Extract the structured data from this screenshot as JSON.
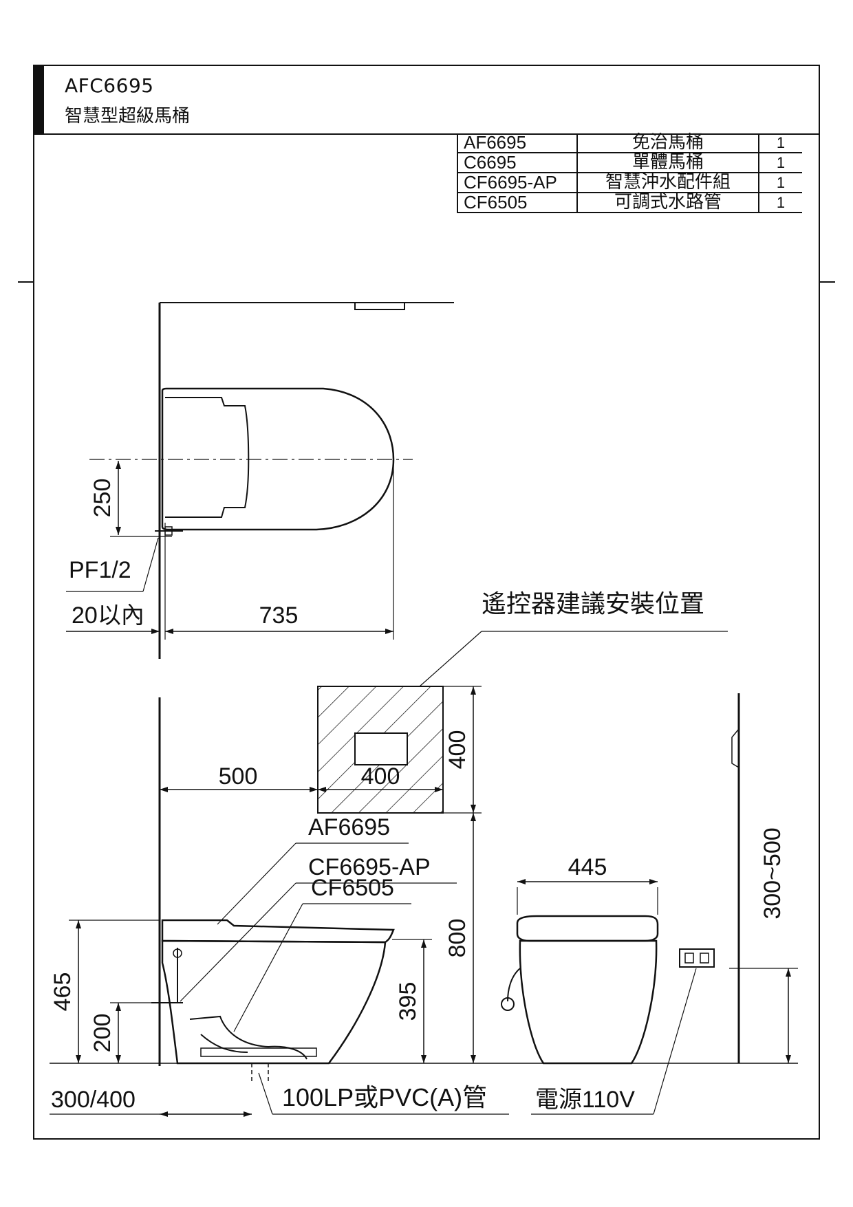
{
  "title": {
    "model": "AFC6695",
    "name": "智慧型超級馬桶"
  },
  "parts": [
    {
      "code": "AF6695",
      "desc": "免治馬桶",
      "qty": "1"
    },
    {
      "code": "C6695",
      "desc": "單體馬桶",
      "qty": "1"
    },
    {
      "code": "CF6695-AP",
      "desc": "智慧沖水配件組",
      "qty": "1"
    },
    {
      "code": "CF6505",
      "desc": "可調式水路管",
      "qty": "1"
    }
  ],
  "top_view": {
    "dim_250": "250",
    "pf": "PF1/2",
    "within_20": "20以內",
    "dim_735": "735"
  },
  "remote": {
    "label": "遙控器建議安裝位置",
    "width": "400",
    "height": "400",
    "offset": "500"
  },
  "side_view": {
    "callout_seat": "AF6695",
    "callout_valve": "CF6695-AP",
    "callout_pipe": "CF6505",
    "dim_465": "465",
    "dim_200": "200",
    "dim_395": "395",
    "dim_800": "800",
    "dim_rough": "300/400",
    "drain": "100LP或PVC(A)管"
  },
  "front_view": {
    "dim_445": "445",
    "dim_outlet": "300~500",
    "power": "電源110V"
  }
}
